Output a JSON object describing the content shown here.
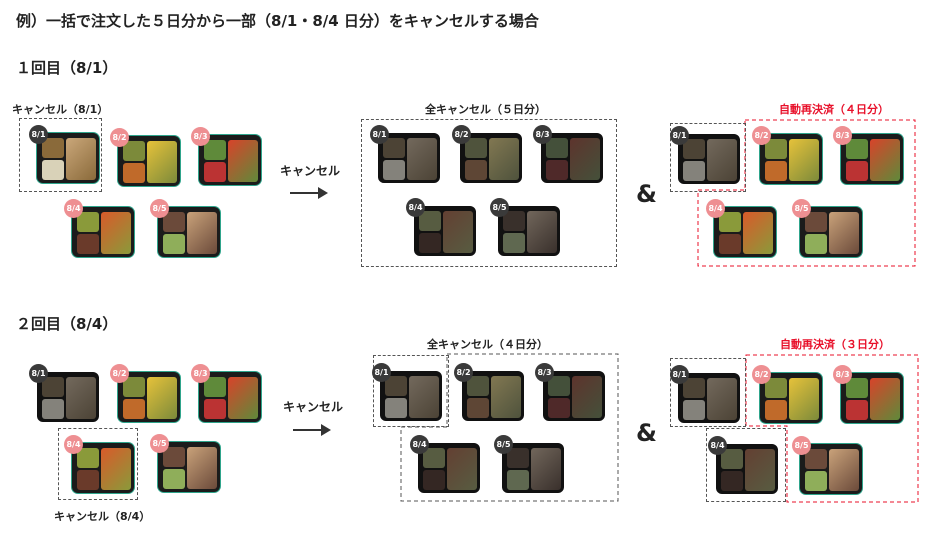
{
  "title": "例）一括で注文した５日分から一部（8/1・8/4 日分）をキャンセルする場合",
  "round1": {
    "heading": "１回目（8/1）",
    "cancel_label": "キャンセル（8/1）",
    "arrow_label": "キャンセル",
    "full_cancel_label": "全キャンセル（５日分）",
    "amp": "&",
    "rebill_label": "自動再決済（４日分）"
  },
  "round2": {
    "heading": "２回目（8/4）",
    "cancel_label": "キャンセル（8/4）",
    "arrow_label": "キャンセル",
    "full_cancel_label": "全キャンセル（４日分）",
    "amp": "&",
    "rebill_label": "自動再決済（３日分）"
  },
  "dates": [
    "8/1",
    "8/2",
    "8/3",
    "8/4",
    "8/5"
  ],
  "colors": {
    "accent_red": "#e8102a",
    "badge_pink": "#ee8f92",
    "badge_dark": "#3a3a3a"
  }
}
